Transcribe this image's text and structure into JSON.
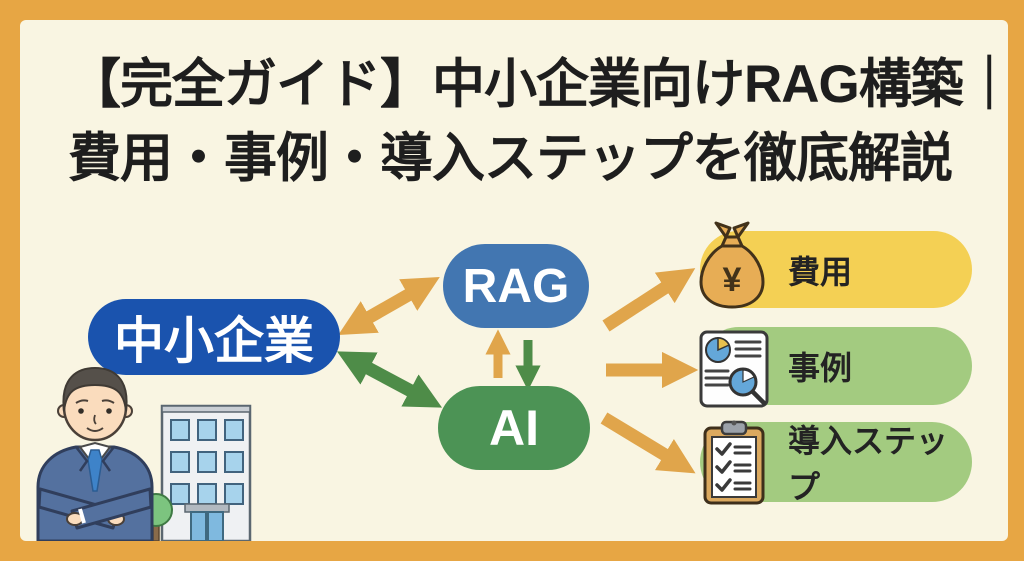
{
  "frame": {
    "border_color": "#E7A644",
    "panel_background": "#F9F5E2"
  },
  "title": {
    "line1": "【完全ガイド】中小企業向けRAG構築｜",
    "line2": "費用・事例・導入ステップを徹底解説",
    "text_color": "#1E1E1E"
  },
  "diagram": {
    "nodes": {
      "smb": {
        "label": "中小企業",
        "fill": "#1A53AE",
        "text_color": "#FFFFFF"
      },
      "rag": {
        "label": "RAG",
        "fill": "#4276B1",
        "text_color": "#FFFFFF"
      },
      "ai": {
        "label": "AI",
        "fill": "#4C9355",
        "text_color": "#FFFFFF"
      }
    },
    "outcomes": [
      {
        "label": "費用",
        "fill": "#F4D054",
        "icon": "money-bag-icon",
        "symbol": "¥"
      },
      {
        "label": "事例",
        "fill": "#A3CB80",
        "icon": "report-pie-icon"
      },
      {
        "label": "導入ステップ",
        "fill": "#A3CB80",
        "icon": "checklist-clipboard-icon"
      }
    ],
    "arrow_colors": {
      "orange": "#E0A54B",
      "green": "#4E8C48"
    },
    "illustrations": {
      "left": [
        "businessman",
        "office-building",
        "tree"
      ]
    }
  }
}
